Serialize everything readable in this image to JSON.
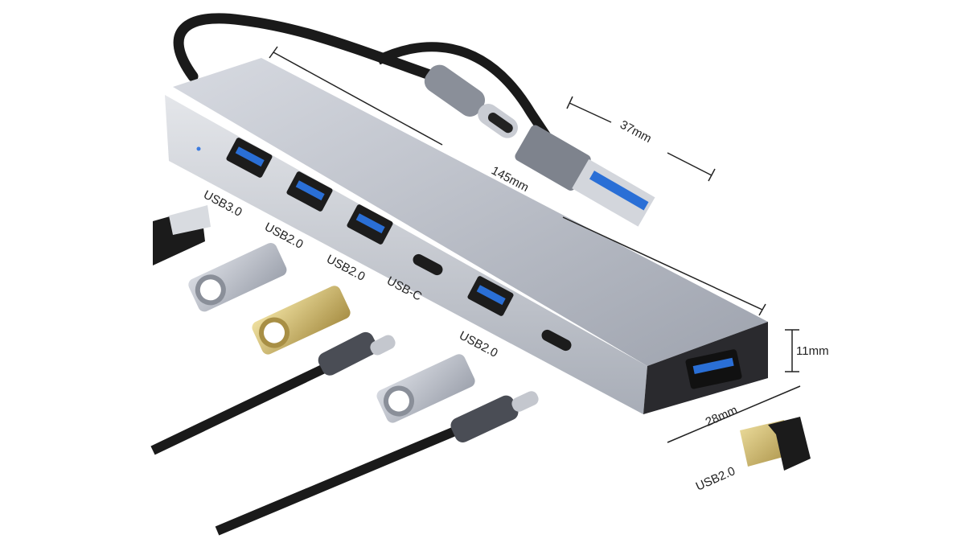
{
  "product": {
    "port_labels": [
      "USB3.0",
      "USB2.0",
      "USB2.0",
      "USB-C",
      "USB2.0",
      "USB2.0"
    ],
    "dimensions": {
      "length": "145mm",
      "connector_length": "37mm",
      "height": "11mm",
      "width": "28mm"
    }
  },
  "colors": {
    "aluminum": "#b8bcc6",
    "port_blue": "#2a6fd6",
    "cable": "#1a1a1a",
    "gold": "#c9b46a"
  }
}
